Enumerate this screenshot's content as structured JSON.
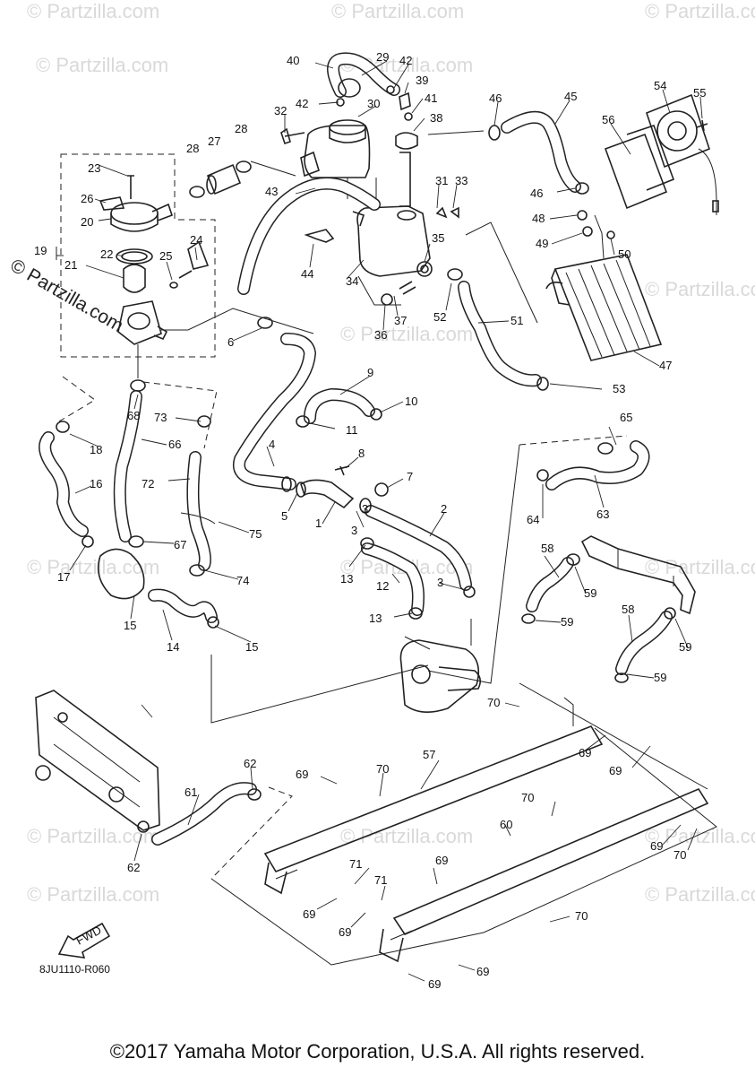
{
  "watermark": {
    "site": "© Partzilla.com",
    "site_small": "© Partzilla.com"
  },
  "diagram_code": "8JU1110-R060",
  "fwd_label": "FWD",
  "copyright": "©2017 Yamaha Motor Corporation, U.S.A. All rights reserved.",
  "callouts": [
    "1",
    "2",
    "3",
    "4",
    "5",
    "6",
    "7",
    "8",
    "9",
    "10",
    "11",
    "12",
    "13",
    "14",
    "15",
    "16",
    "17",
    "18",
    "19",
    "20",
    "21",
    "22",
    "23",
    "24",
    "25",
    "26",
    "27",
    "28",
    "29",
    "30",
    "31",
    "32",
    "33",
    "34",
    "35",
    "36",
    "37",
    "38",
    "39",
    "40",
    "41",
    "42",
    "43",
    "44",
    "45",
    "46",
    "47",
    "48",
    "49",
    "50",
    "51",
    "52",
    "53",
    "54",
    "55",
    "56",
    "57",
    "58",
    "59",
    "60",
    "61",
    "62",
    "63",
    "64",
    "65",
    "66",
    "67",
    "68",
    "69",
    "70",
    "71",
    "72",
    "73",
    "74",
    "75"
  ]
}
